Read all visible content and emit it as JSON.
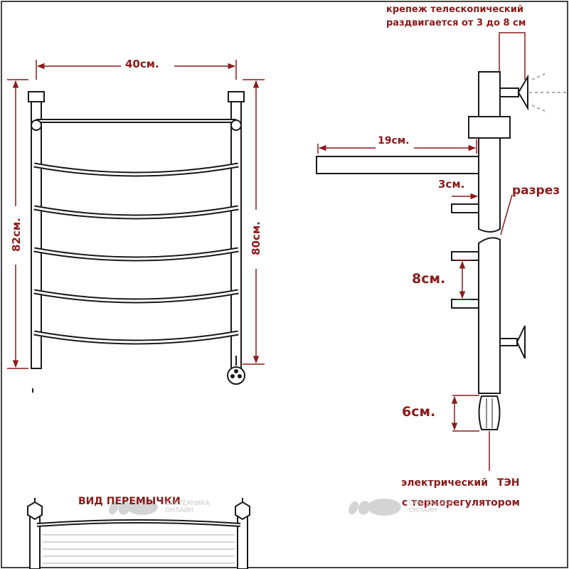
{
  "colors": {
    "line": "#1a1a1a",
    "annotation": "#8b1a1a",
    "dimension": "#8b1a1a",
    "watermark": "#cfcfcf"
  },
  "front_view": {
    "width_label": "40см.",
    "height_outer_label": "82см.",
    "height_inner_label": "80см."
  },
  "side_view": {
    "mount_note_line1": "крепеж телескопический",
    "mount_note_line2": "раздвигается от 3 до 8 см",
    "shelf_depth_label": "19см.",
    "offset_label": "3см.",
    "cut_label": "разрез",
    "bar_spacing_label": "8см.",
    "heater_length_label": "6см.",
    "heater_label_line1": "электрический ТЭН",
    "heater_label_line2": "с терморегулятором"
  },
  "bridge_view": {
    "title": "ВИД ПЕРЕМЫЧКИ"
  },
  "watermarks": [
    {
      "line1": "САНТЕХНИКА",
      "line2": "ОНЛАЙН"
    },
    {
      "line1": "САНТЕХНИКА",
      "line2": "ОНЛАЙН"
    }
  ]
}
